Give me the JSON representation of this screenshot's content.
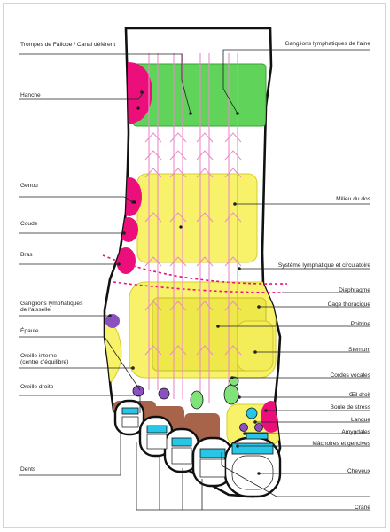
{
  "labels": {
    "trompes": "Trompes de Fallope / Canal déférent",
    "hanche": "Hanche",
    "genou": "Genou",
    "coude": "Coude",
    "bras": "Bras",
    "ganglions_aisselle": "Ganglions lymphatiques\nde l'aisselle",
    "epaule": "Épaule",
    "oreille_interne": "Oreille interne\n(centre d'équilibre)",
    "oreille_droite": "Oreille droite",
    "dents": "Dents",
    "ganglions_aine": "Ganglions lymphatiques de l'aine",
    "milieu_dos": "Milieu du dos",
    "systeme_lymphatique": "Système lymphatique et circulatoire",
    "diaphragme": "Diaphragme",
    "cage_thoracique": "Cage thoracique",
    "poitrine": "Poitrine",
    "sternum": "Sternum",
    "cordes_vocales": "Cordes vocales",
    "oeil_droit": "Œil droit",
    "boule_stress": "Boule de stress",
    "langue": "Langue",
    "amygdales": "Amygdales",
    "machoires": "Mâchoires et gencives",
    "cheveux": "Cheveux",
    "crane": "Crâne"
  },
  "colors": {
    "green": "#5fd35a",
    "magenta": "#ec0f7b",
    "yellow": "#f7f26a",
    "yellow_dark": "#e8e03a",
    "purple": "#8b4fc0",
    "cyan": "#28c6e6",
    "brown": "#a8644a",
    "light_green": "#7fe37a",
    "pink_arrow": "#ea8cc8",
    "outline": "#111111",
    "leader": "#222222"
  }
}
